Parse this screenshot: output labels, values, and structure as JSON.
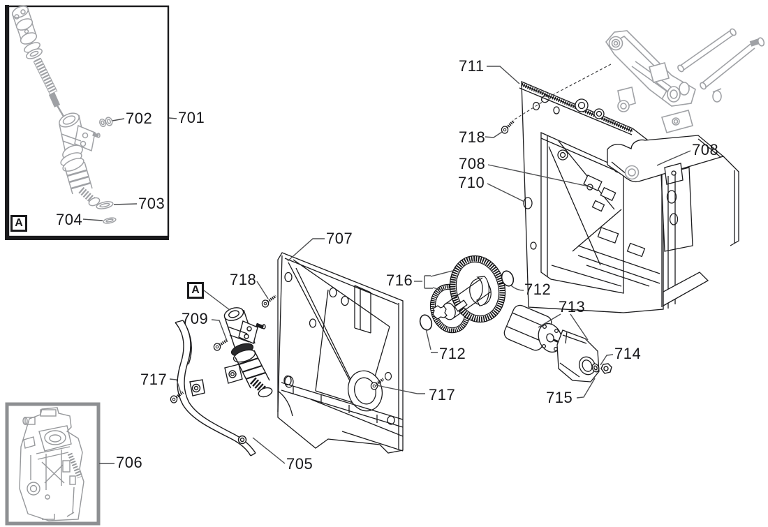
{
  "diagram": {
    "type": "exploded-parts-diagram",
    "colors": {
      "background": "#ffffff",
      "line": "#1b1b1d",
      "gray_part": "#9fa1a5",
      "leader": "#4d4e50",
      "unit_box_border": "#8d8f92",
      "label_text": "#18181b"
    },
    "labels": {
      "l701": "701",
      "l702": "702",
      "l703": "703",
      "l704": "704",
      "l705": "705",
      "l706": "706",
      "l707": "707",
      "l708_left": "708",
      "l708_right": "708",
      "l709": "709",
      "l710": "710",
      "l711": "711",
      "l712_top": "712",
      "l712_bottom": "712",
      "l713": "713",
      "l714": "714",
      "l715": "715",
      "l716": "716",
      "l717_left": "717",
      "l717_right": "717",
      "l718_center": "718",
      "l718_right": "718",
      "marker_a_inset": "A",
      "marker_a_center": "A"
    }
  }
}
